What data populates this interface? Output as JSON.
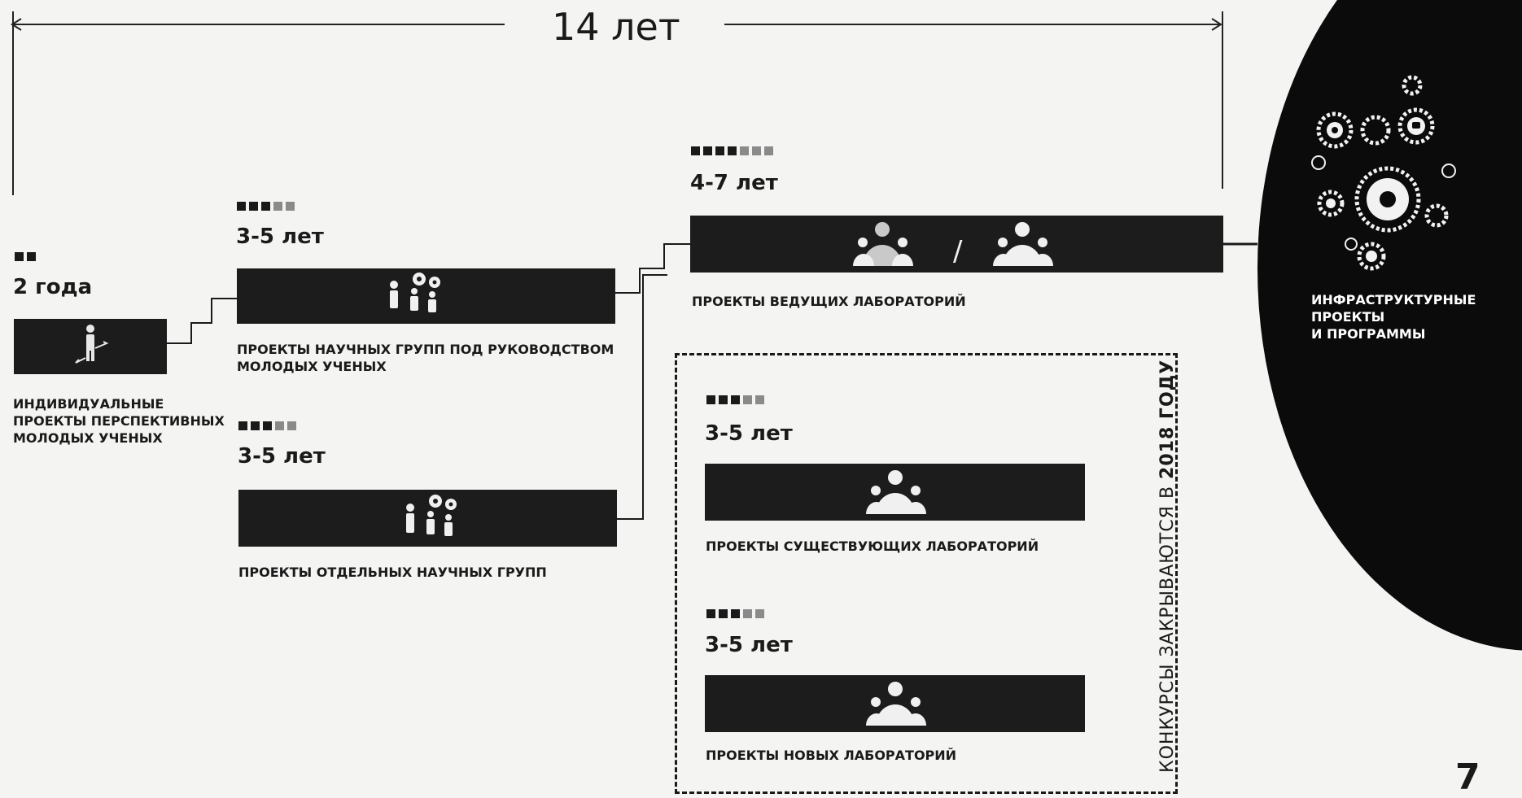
{
  "timeline": {
    "span_label": "14 лет"
  },
  "stages": [
    {
      "id": "individual",
      "duration": "2 года",
      "rating_filled": 2,
      "rating_total": 2,
      "label_lines": [
        "ИНДИВИДУАЛЬНЫЕ",
        "ПРОЕКТЫ ПЕРСПЕКТИВНЫХ",
        "МОЛОДЫХ УЧЕНЫХ"
      ],
      "icon": "person-icon"
    },
    {
      "id": "young-groups",
      "duration": "3-5 лет",
      "rating_filled": 3,
      "rating_total": 5,
      "label_lines": [
        "ПРОЕКТЫ НАУЧНЫХ ГРУПП ПОД РУКОВОДСТВОМ",
        "МОЛОДЫХ УЧЕНЫХ"
      ],
      "icon": "team-gears-icon"
    },
    {
      "id": "separate-groups",
      "duration": "3-5 лет",
      "rating_filled": 3,
      "rating_total": 5,
      "label_lines": [
        "ПРОЕКТЫ ОТДЕЛЬНЫХ НАУЧНЫХ ГРУПП"
      ],
      "icon": "team-gears-icon"
    },
    {
      "id": "leading-labs",
      "duration": "4-7 лет",
      "rating_filled": 4,
      "rating_total": 7,
      "label_lines": [
        "ПРОЕКТЫ ВЕДУЩИХ ЛАБОРАТОРИЙ"
      ],
      "icon": "lab-group-icon",
      "divider": "/"
    },
    {
      "id": "existing-labs",
      "duration": "3-5 лет",
      "rating_filled": 3,
      "rating_total": 5,
      "label_lines": [
        "ПРОЕКТЫ СУЩЕСТВУЮЩИХ ЛАБОРАТОРИЙ"
      ],
      "icon": "lab-group-icon"
    },
    {
      "id": "new-labs",
      "duration": "3-5 лет",
      "rating_filled": 3,
      "rating_total": 5,
      "label_lines": [
        "ПРОЕКТЫ НОВЫХ ЛАБОРАТОРИЙ"
      ],
      "icon": "lab-group-icon"
    }
  ],
  "closed_contests_note": {
    "prefix": "КОНКУРСЫ ЗАКРЫВАЮТСЯ В ",
    "year": "2018 ГОДУ"
  },
  "infrastructure": {
    "caption_lines": [
      "ИНФРАСТРУКТУРНЫЕ",
      "ПРОЕКТЫ",
      "И ПРОГРАММЫ"
    ],
    "icon": "gears-cluster-icon"
  },
  "page": {
    "number": "7"
  },
  "colors": {
    "bar": "#1c1c1c",
    "circle": "#0b0b0b",
    "square_filled": "#1a1a1a",
    "square_light": "#8a8a8a",
    "background": "#f4f4f2"
  }
}
